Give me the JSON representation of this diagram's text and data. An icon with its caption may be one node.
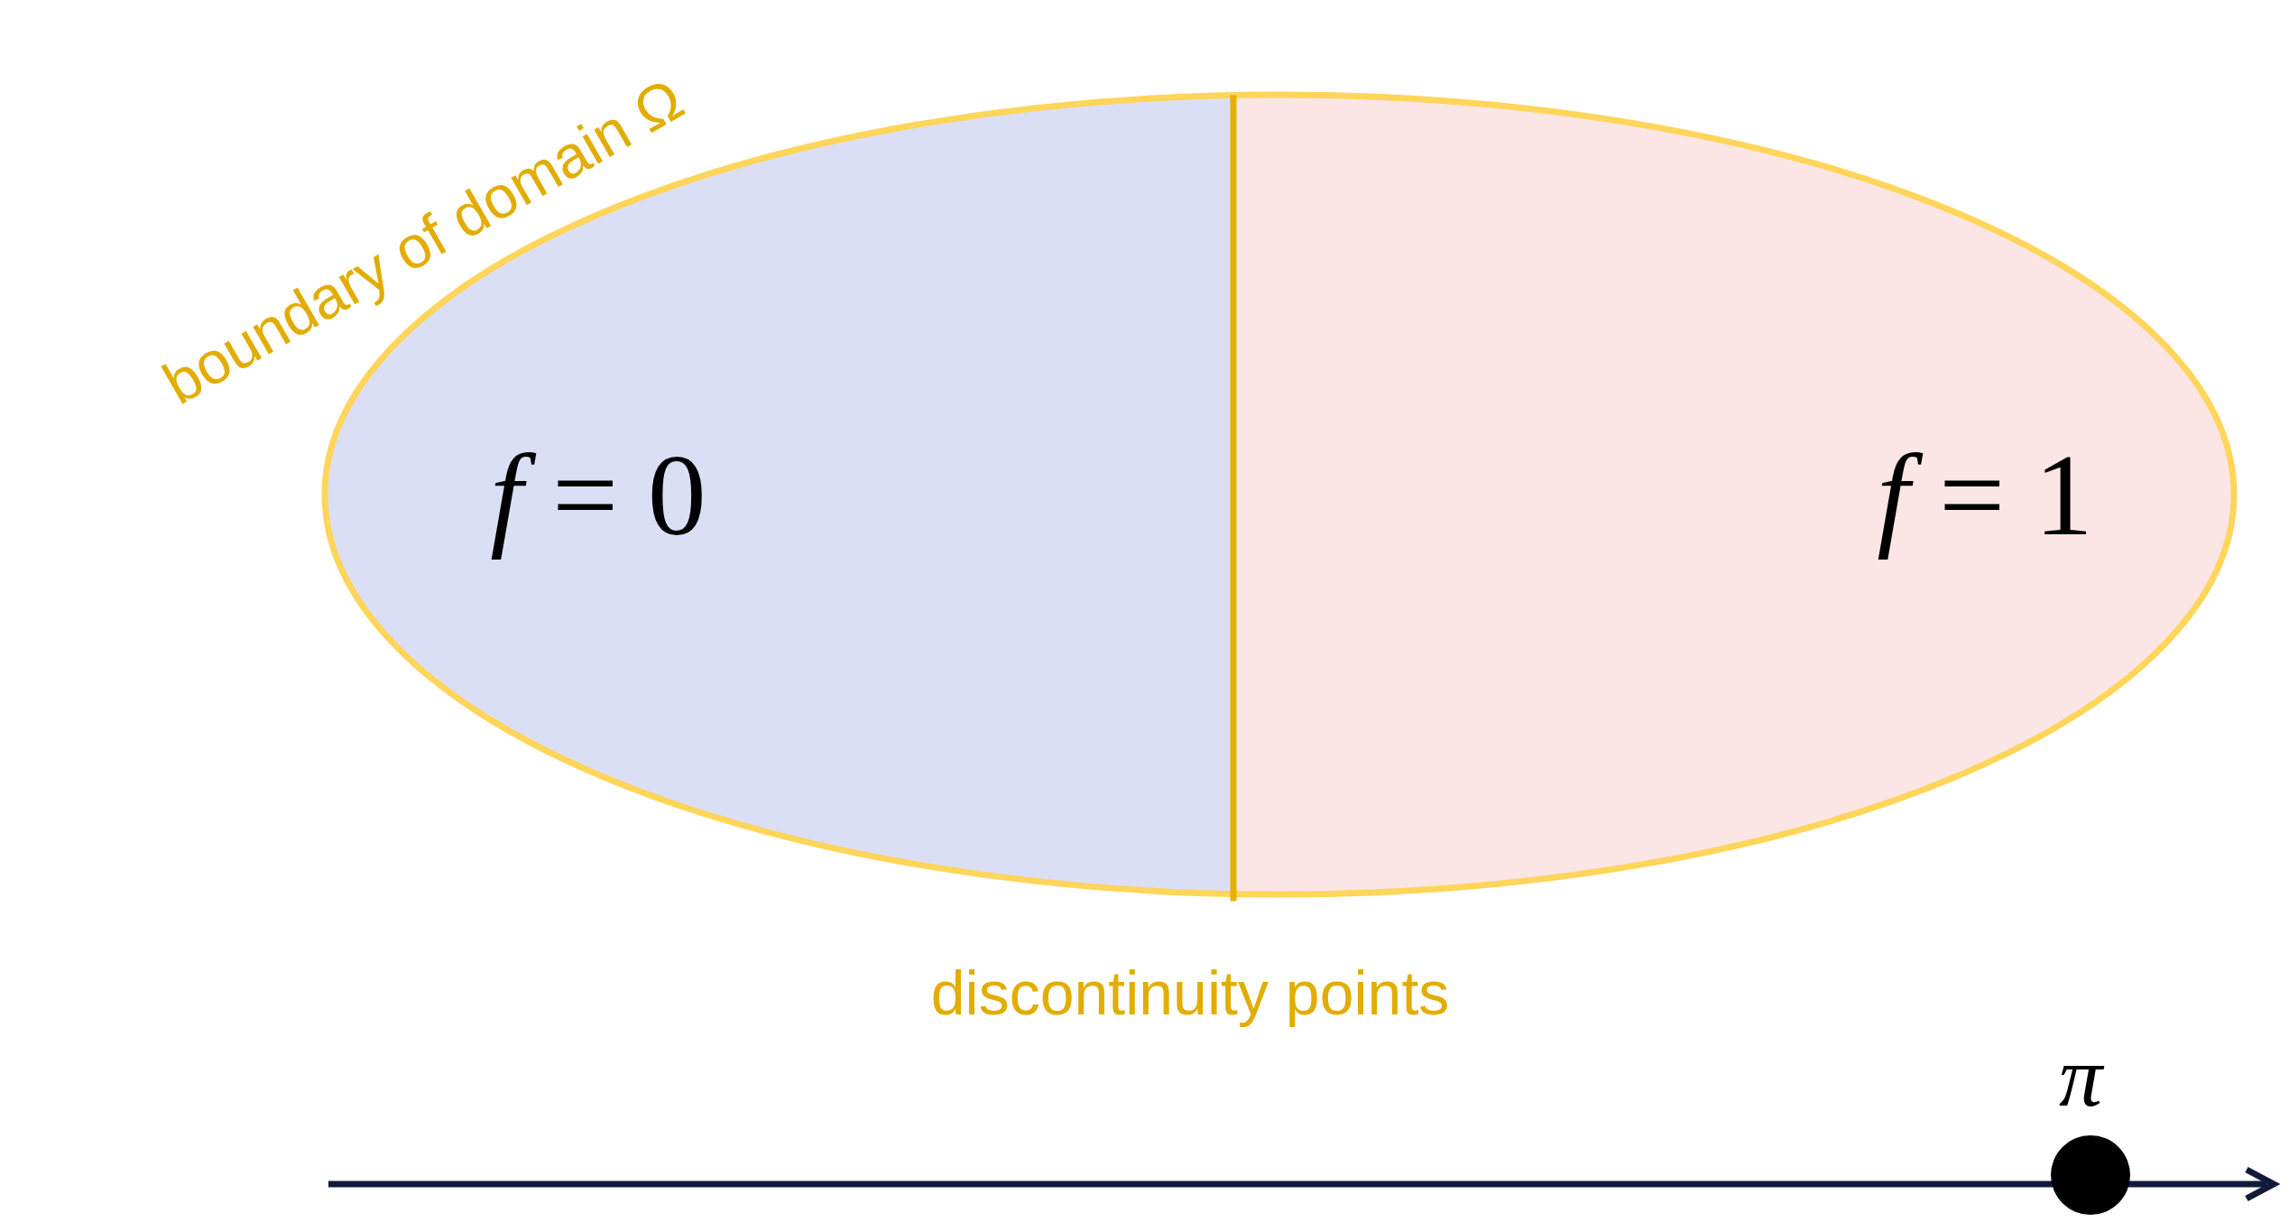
{
  "diagram": {
    "nodes": [
      {
        "text": [
          "*f* = 0"
        ]
      },
      {
        "text": [
          "*f* = 1"
        ]
      },
      {
        "text": [],
        "shape": "circle",
        "beside": [
          "π"
        ]
      }
    ],
    "labels": [
      "boundary of domain Ω",
      "discontinuity points"
    ]
  }
}
